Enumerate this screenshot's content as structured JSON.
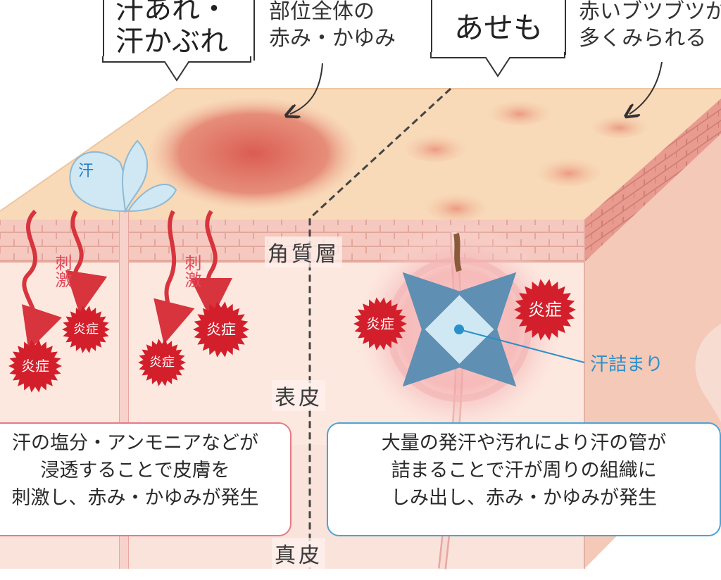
{
  "colors": {
    "inflame": "#d31f2b",
    "pink_text": "#e24a5a",
    "blue_text": "#2b8fc9",
    "box_left_border": "#e47b88",
    "box_right_border": "#4aa3d9"
  },
  "left": {
    "tag": [
      "汗あれ・",
      "汗かぶれ"
    ],
    "caption": [
      "部位全体の",
      "赤み・かゆみ"
    ],
    "sweat_label": "汗",
    "stimulus": "刺激",
    "inflammation": "炎症",
    "description": [
      "汗の塩分・アンモニアなどが",
      "浸透することで皮膚を",
      "刺激し、赤み・かゆみが発生"
    ]
  },
  "right": {
    "tag": "あせも",
    "caption": [
      "赤いブツブツが",
      "多くみられる"
    ],
    "inflammation": "炎症",
    "clog_label": "汗詰まり",
    "description": [
      "大量の発汗や汚れにより汗の管が",
      "詰まることで汗が周りの組織に",
      "しみ出し、赤み・かゆみが発生"
    ]
  },
  "layers": {
    "stratum_corneum": "角質層",
    "epidermis": "表皮",
    "dermis": "真皮"
  }
}
